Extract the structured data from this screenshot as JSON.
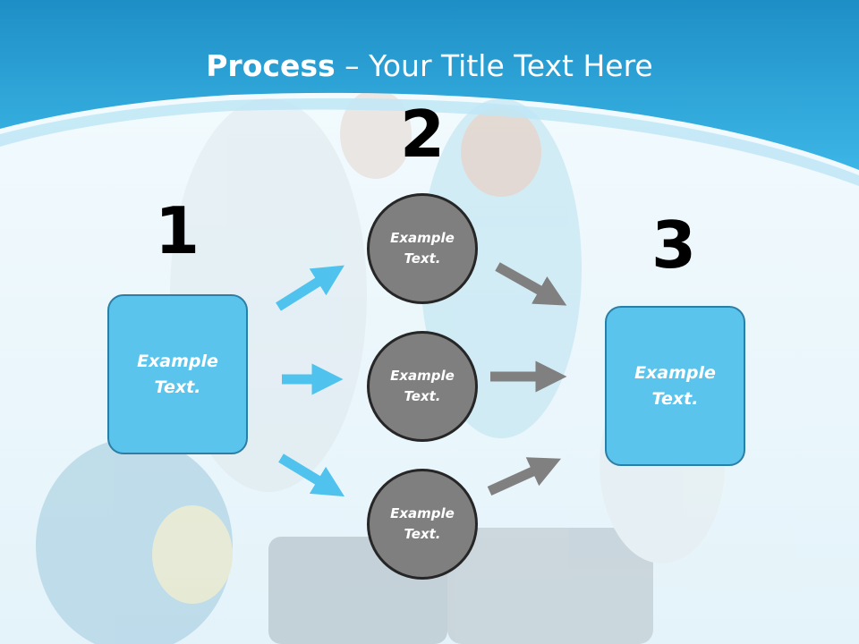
{
  "title": {
    "bold": "Process",
    "separator": " – ",
    "rest": "Your Title Text Here"
  },
  "colors": {
    "header": "#2a9fd6",
    "box_fill": "#5bc4ec",
    "box_border": "#2b7fa6",
    "circle_fill": "#7f7f7f",
    "circle_border": "#262626",
    "blue_arrow": "#4fc3ee",
    "gray_arrow": "#808080"
  },
  "steps": [
    {
      "number": "1",
      "text": "Example\nText."
    },
    {
      "number": "2",
      "text": "Example\nText."
    },
    {
      "number": "3",
      "text": "Example\nText."
    }
  ],
  "circles": [
    {
      "text": "Example\nText."
    },
    {
      "text": "Example\nText."
    },
    {
      "text": "Example\nText."
    }
  ]
}
